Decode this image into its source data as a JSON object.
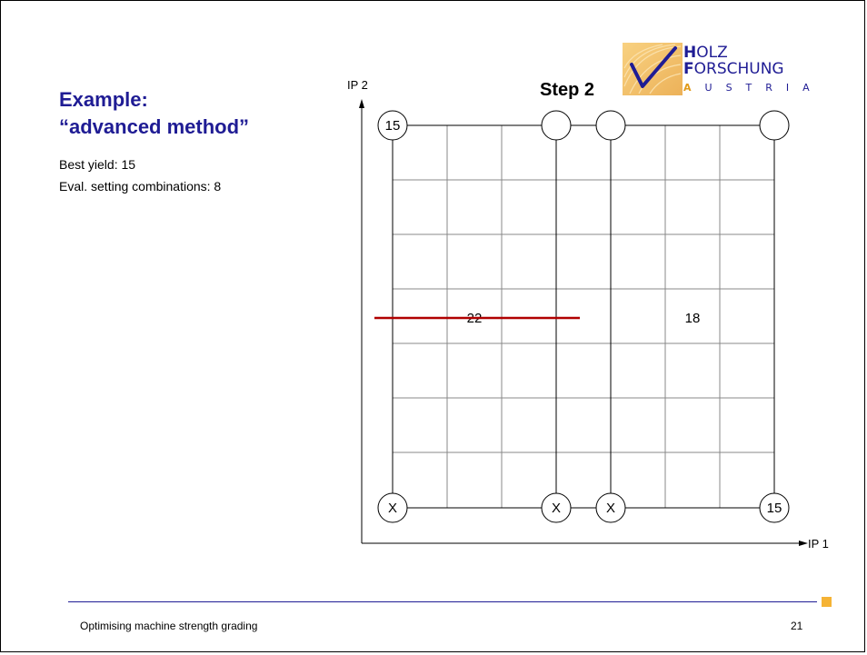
{
  "title": {
    "line1": "Example:",
    "line2": "“advanced method”"
  },
  "info": {
    "best_yield": "Best yield: 15",
    "eval": "Eval. setting combinations: 8"
  },
  "diagram": {
    "step_label": "Step 2",
    "y_axis_label": "IP 2",
    "x_axis_label": "IP 1",
    "nodes": {
      "top_left": "15",
      "top_mid1": "",
      "top_mid2": "",
      "top_right": "",
      "bottom_left": "X",
      "bottom_mid1": "X",
      "bottom_mid2": "X",
      "bottom_right": "15"
    },
    "values": {
      "left": "22",
      "right": "18"
    },
    "colors": {
      "strike_line": "#b00000",
      "grid": "#888888",
      "lines": "#000000"
    }
  },
  "logo": {
    "line1_initial": "H",
    "line1_rest": "OLZ",
    "line2_initial": "F",
    "line2_rest": "ORSCHUNG",
    "line3_initial": "A",
    "line3_rest": "USTRIA",
    "colors": {
      "primary": "#1f1c94",
      "accent": "#e09a1a"
    }
  },
  "footer": {
    "text": "Optimising machine strength grading",
    "page": "21",
    "colors": {
      "line": "#1f1c94",
      "square": "#f5b335"
    }
  }
}
